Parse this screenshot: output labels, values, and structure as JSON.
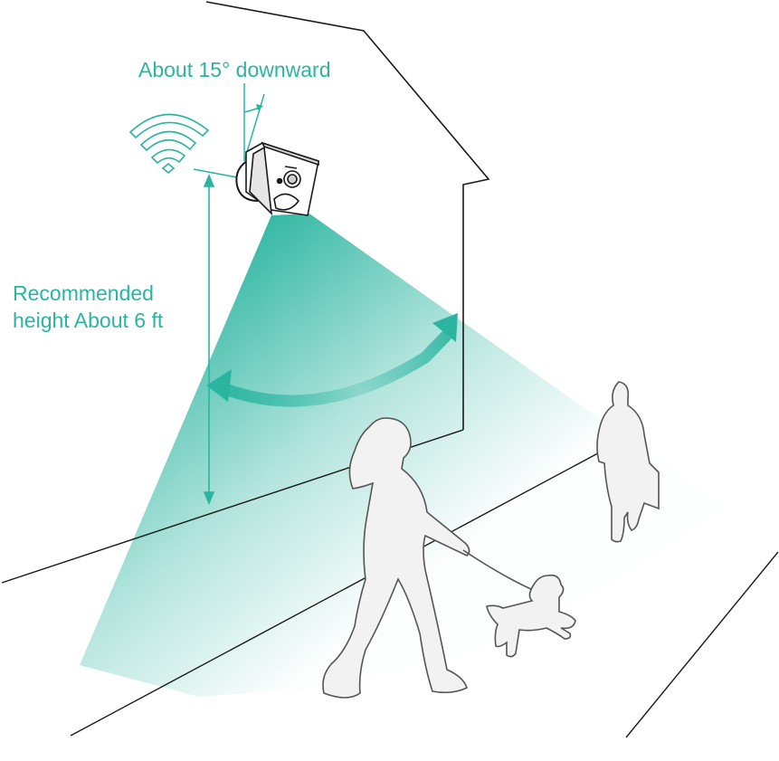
{
  "annotations": {
    "tilt_angle": "About 15° downward",
    "height_line1": "Recommended",
    "height_line2": "height About 6 ft"
  },
  "colors": {
    "accent": "#2bb5a0",
    "outline": "#1a1a1a",
    "figure_fill": "#f2f2f2",
    "figure_stroke": "#555555"
  },
  "icons": {
    "wifi": "wifi-icon",
    "camera": "security-camera-icon",
    "rotation": "curved-double-arrow-icon"
  }
}
